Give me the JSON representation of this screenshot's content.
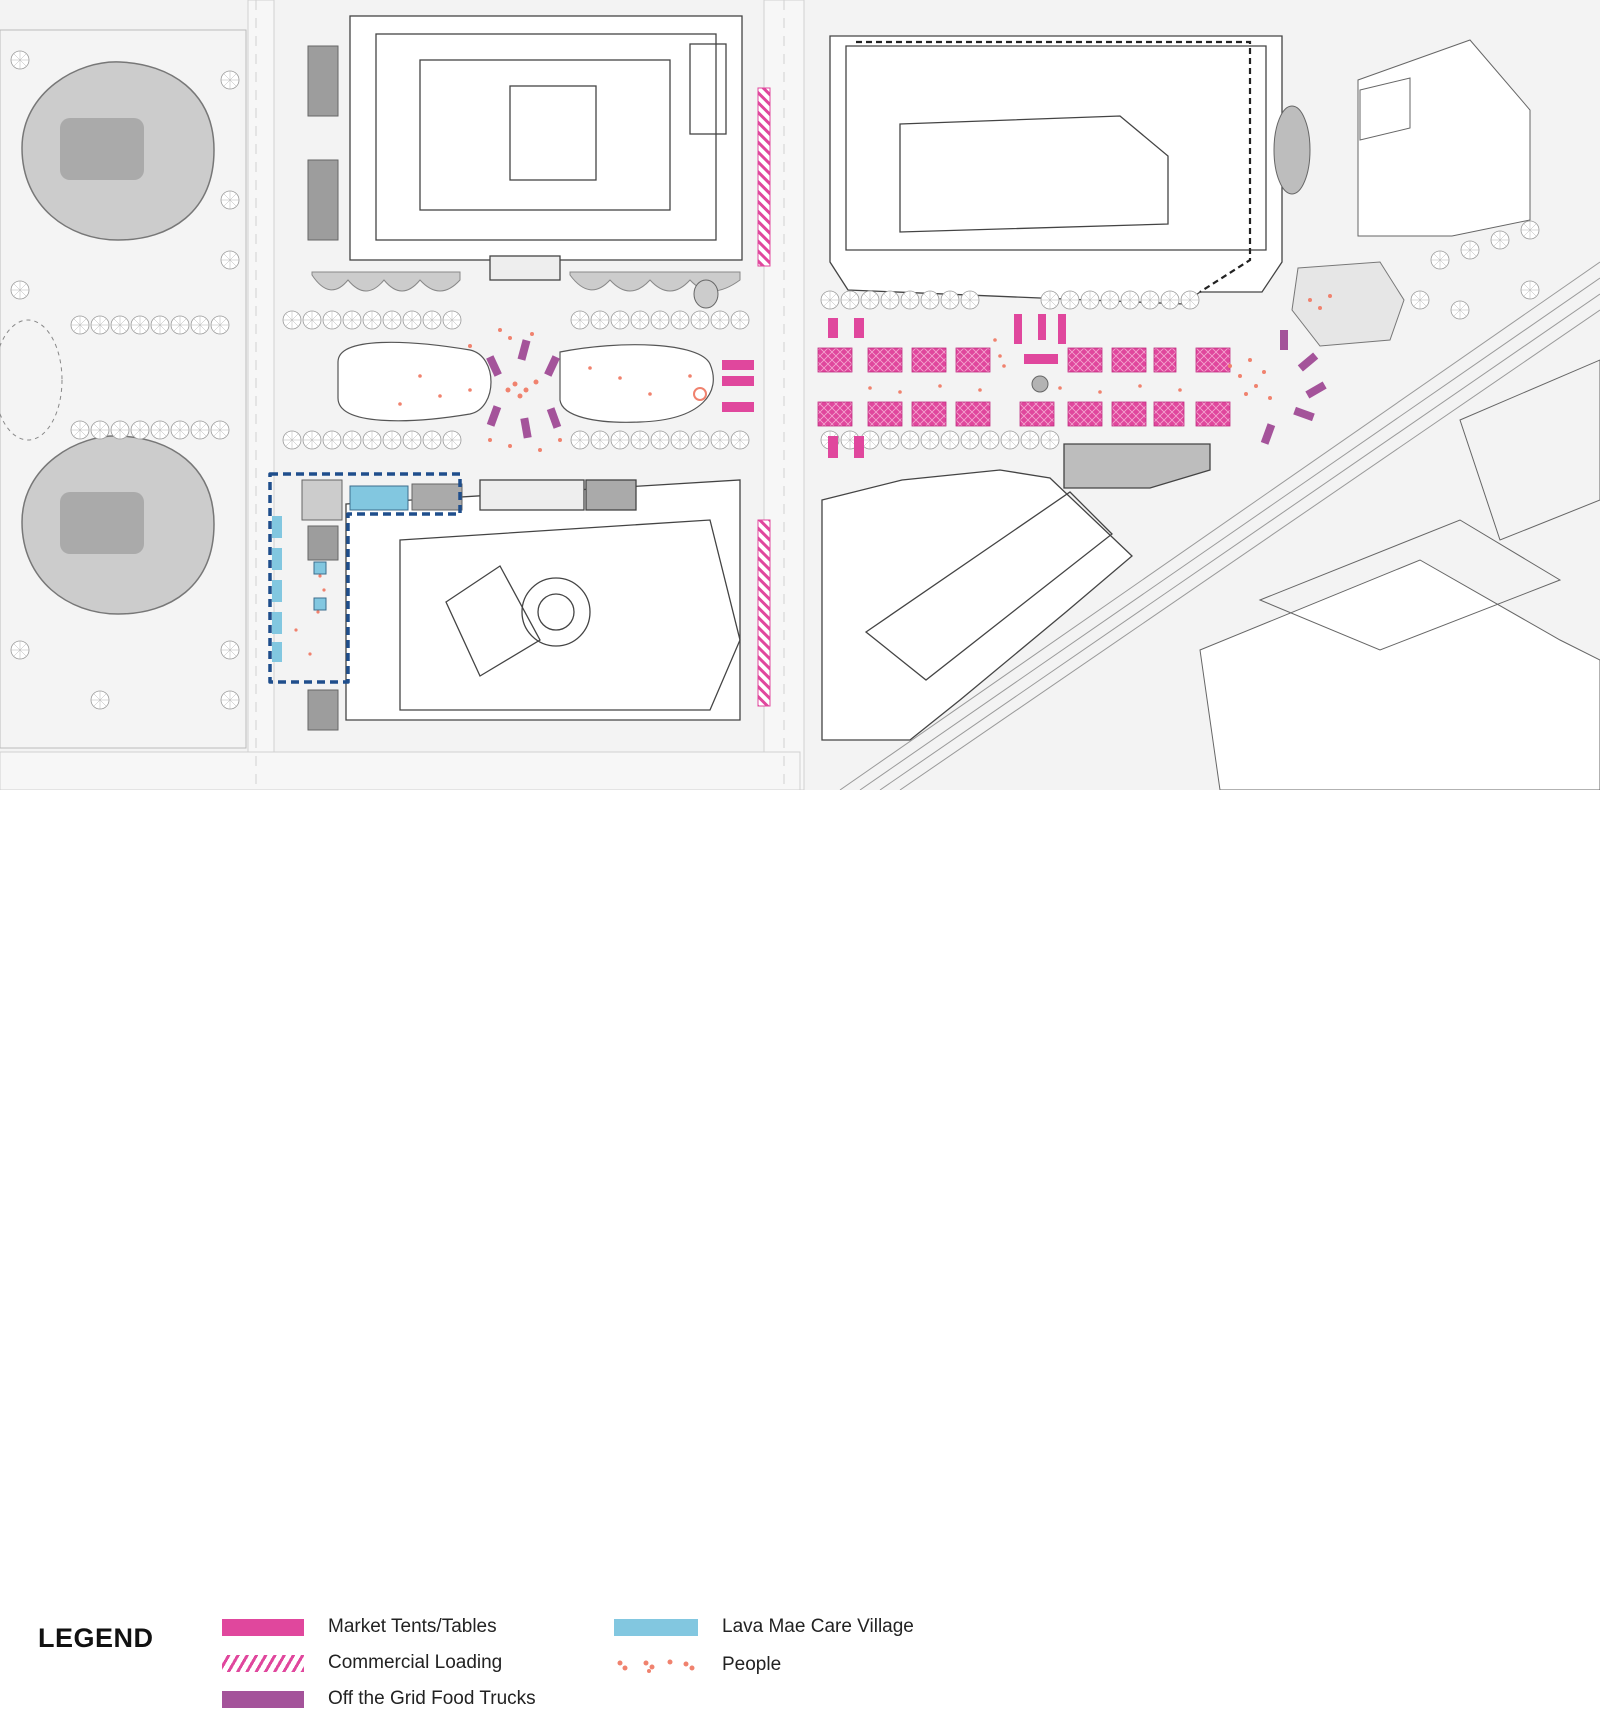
{
  "colors": {
    "market": "#e0479d",
    "loading": "#e0479d",
    "trucks": "#a4539a",
    "lava_mae": "#82c7e0",
    "people": "#f0826e",
    "building_outline": "#555555",
    "open_space_gray": "#bdbdbd",
    "boundary_dashed": "#1f4e8c"
  },
  "legend": {
    "title": "LEGEND",
    "items": [
      {
        "id": "market",
        "label": "Market Tents/Tables",
        "swatch": "solid"
      },
      {
        "id": "loading",
        "label": "Commercial Loading",
        "swatch": "hatch"
      },
      {
        "id": "trucks",
        "label": "Off the Grid Food Trucks",
        "swatch": "solid"
      },
      {
        "id": "lava",
        "label": "Lava Mae Care Village",
        "swatch": "solid"
      },
      {
        "id": "people",
        "label": "People",
        "swatch": "dots"
      }
    ]
  },
  "icons": {
    "tree": "tree-icon",
    "truck": "food-truck-icon",
    "tent": "market-tent-icon",
    "person": "person-icon"
  }
}
